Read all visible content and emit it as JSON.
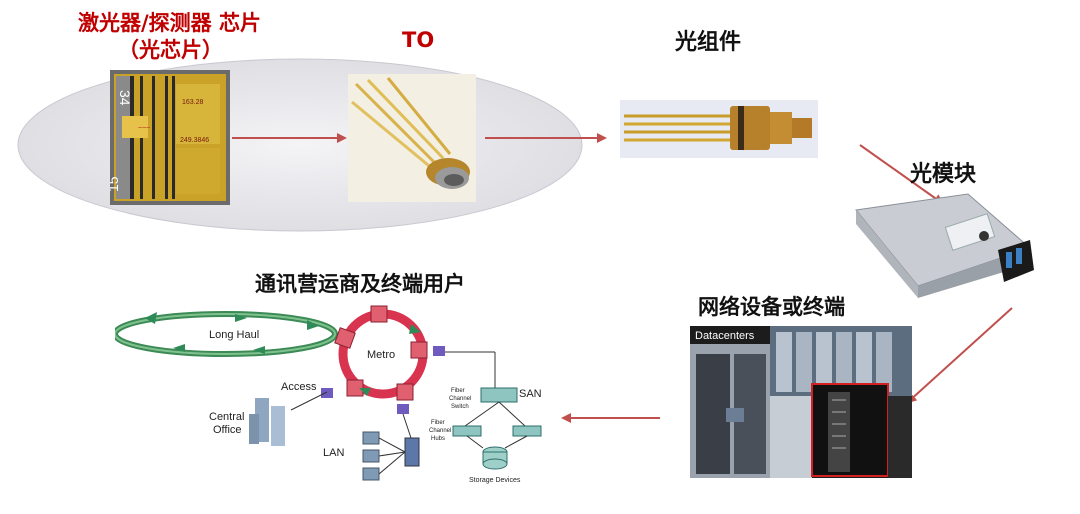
{
  "labels": {
    "chip_title_line1": "激光器/探测器 芯片",
    "chip_title_line2": "（光芯片）",
    "to": "TO",
    "component": "光组件",
    "module": "光模块",
    "equipment": "网络设备或终端",
    "operators": "通讯营运商及终端用户"
  },
  "chip": {
    "top_right": "34",
    "left_bottom": "15",
    "readout_a": "163.28",
    "readout_b": "249.3846"
  },
  "network": {
    "long_haul": "Long Haul",
    "metro": "Metro",
    "access": "Access",
    "central_office": [
      "Central",
      "Office"
    ],
    "lan": "LAN",
    "san": "SAN",
    "fiber_switch": [
      "Fiber",
      "Channel",
      "Switch"
    ],
    "fiber_hubs": [
      "Fiber",
      "Channel",
      "Hubs"
    ],
    "storage": "Storage Devices"
  },
  "datacenter": {
    "banner": "Datacenters"
  },
  "colors": {
    "label_red": "#c00000",
    "arrow": "#c0504d",
    "ellipse_fill": "#e8e8ec",
    "ring": "#d9344f"
  }
}
